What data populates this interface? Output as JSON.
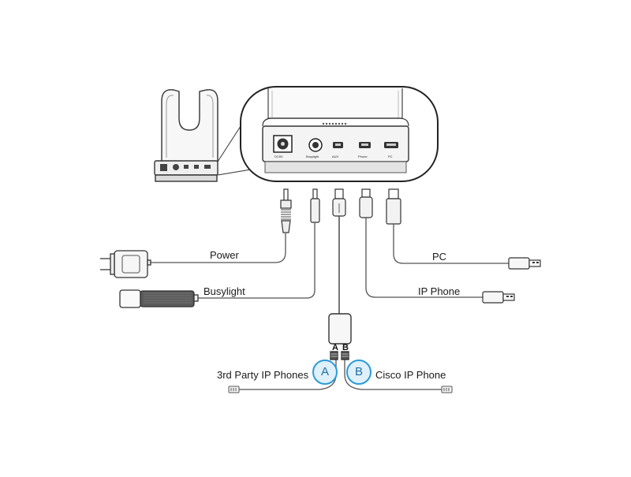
{
  "labels": {
    "power": "Power",
    "busylight": "Busylight",
    "pc": "PC",
    "ip_phone": "IP Phone",
    "third_party": "3rd Party IP Phones",
    "cisco": "Cisco IP Phone"
  },
  "splitter": {
    "port_a": "A",
    "port_b": "B",
    "badge_a": "A",
    "badge_b": "B"
  },
  "base_ports": {
    "dc": "DC5V",
    "busylight": "Busylight",
    "aux": "AUX",
    "phone": "Phone",
    "pc": "PC"
  },
  "colors": {
    "badge_stroke": "#2a9bd6",
    "badge_fill": "#dff0fa",
    "line": "#555555"
  }
}
